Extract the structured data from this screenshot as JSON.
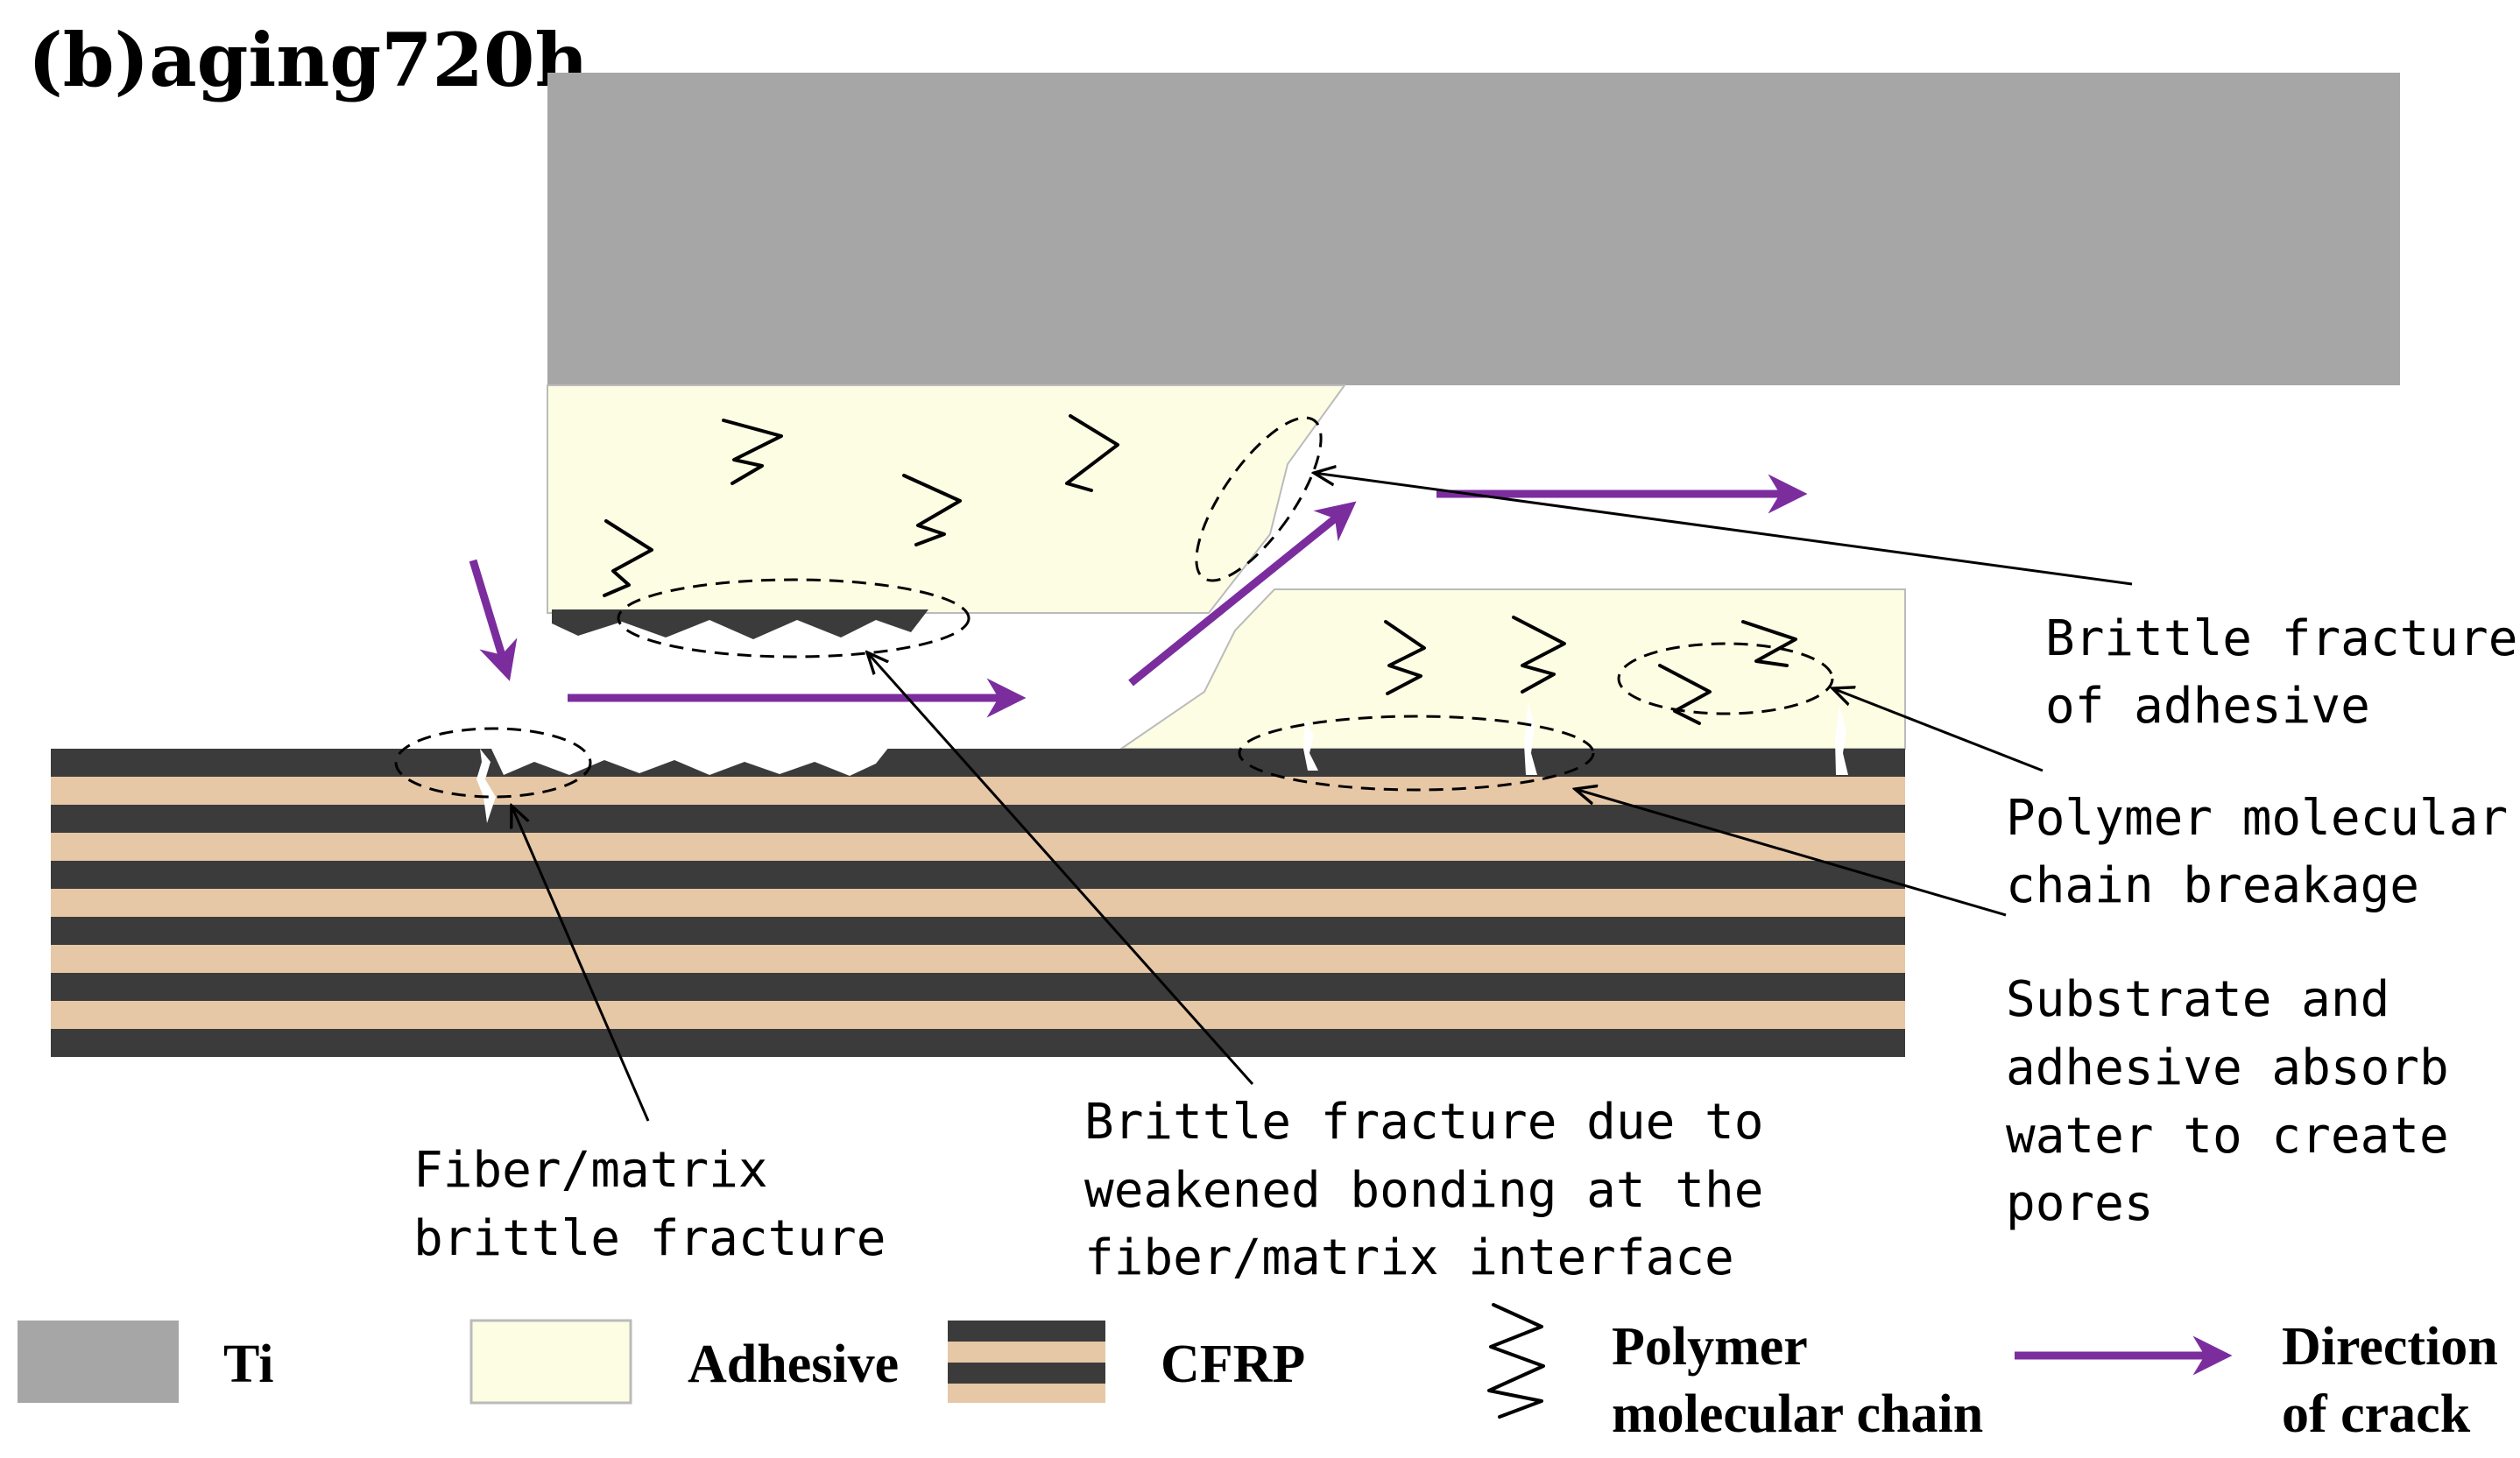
{
  "title": "(b)aging720h",
  "colors": {
    "ti": "#a6a6a6",
    "adhesive": "#fdfde3",
    "cfrp_dark": "#3b3b3b",
    "cfrp_light": "#e6c7a6",
    "arrow": "#7b2d9e"
  },
  "annotations": {
    "brittle_adhesive": [
      "Brittle fracture",
      "of adhesive"
    ],
    "polymer_breakage": [
      "Polymer molecular",
      "chain breakage"
    ],
    "substrate_water": [
      "Substrate and",
      "adhesive absorb",
      "water to create",
      "pores"
    ],
    "fiber_matrix": [
      "Fiber/matrix",
      "brittle fracture"
    ],
    "brittle_interface": [
      "Brittle fracture due to",
      "weakened bonding at the",
      "fiber/matrix interface"
    ]
  },
  "legend": {
    "ti": "Ti",
    "adhesive": "Adhesive",
    "cfrp": "CFRP",
    "polymer_chain": [
      "Polymer",
      "molecular chain"
    ],
    "crack_direction": [
      "Direction",
      "of crack"
    ]
  },
  "icons": {
    "polymer_chain": "squiggle-icon",
    "crack_direction": "arrow-right-icon"
  }
}
